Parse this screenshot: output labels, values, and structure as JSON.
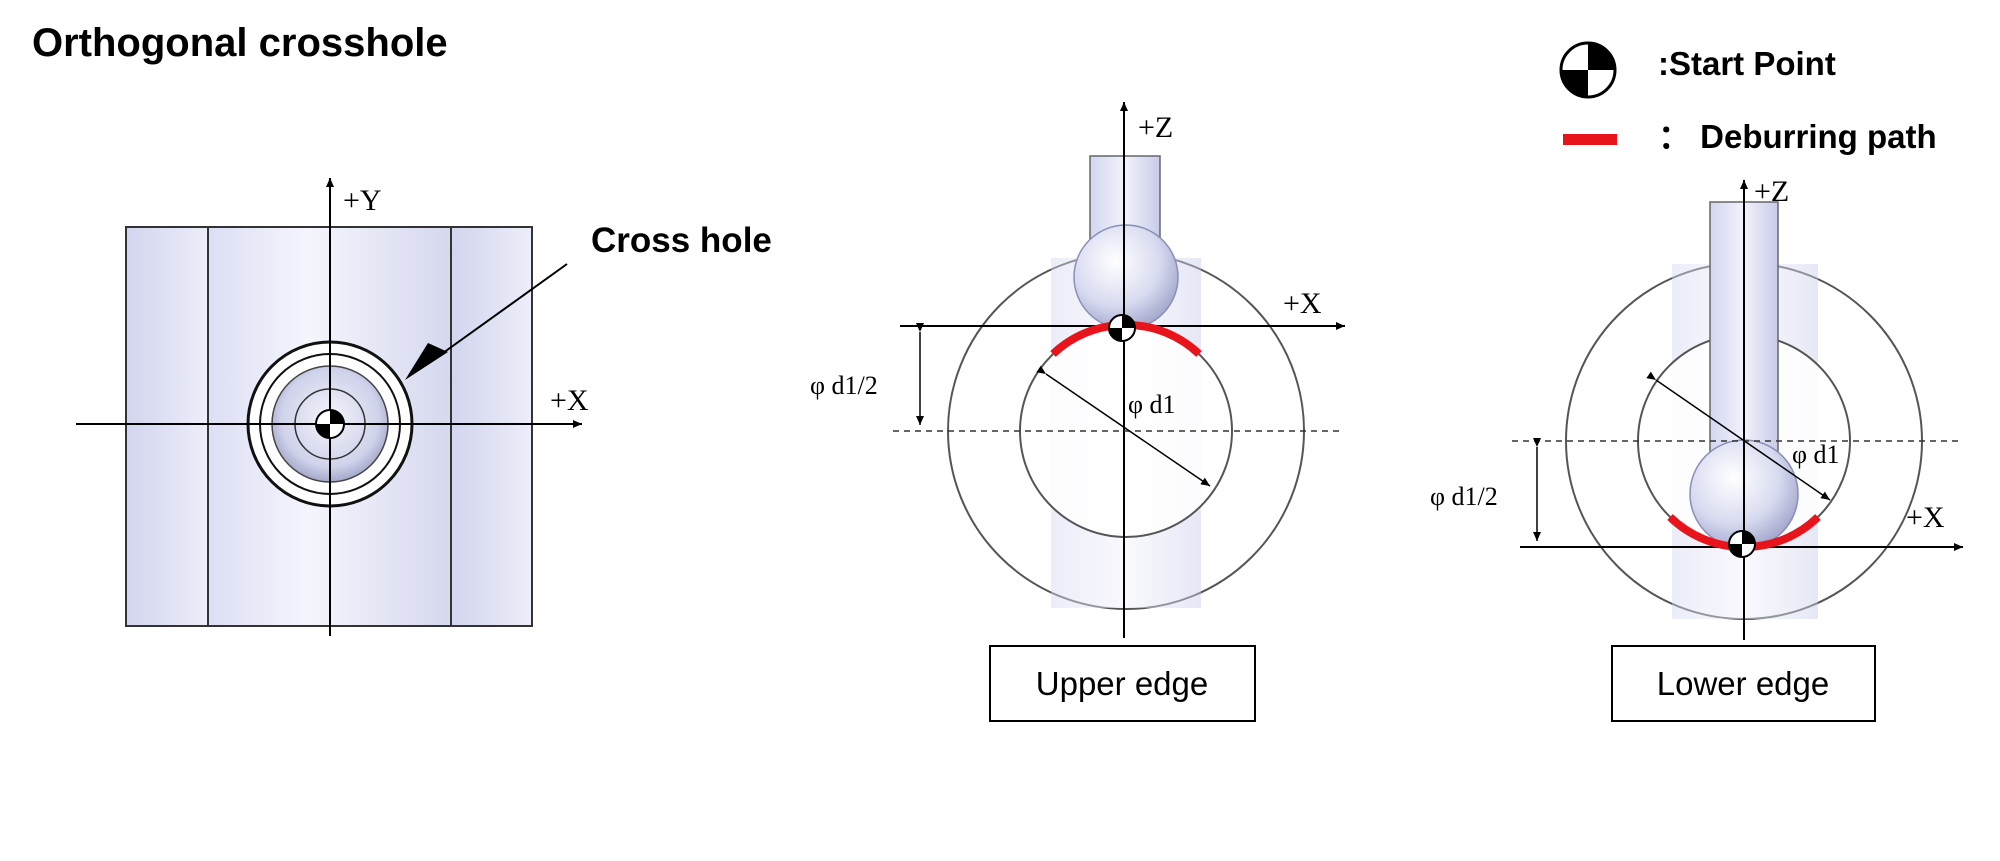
{
  "title": "Orthogonal crosshole",
  "legend": {
    "start_point": ":Start Point",
    "deburring_path": "： Deburring path",
    "path_color": "#e8141c"
  },
  "top_view": {
    "axis_y": "+Y",
    "axis_x": "+X",
    "callout": "Cross hole"
  },
  "upper_view": {
    "axis_z": "+Z",
    "axis_x": "+X",
    "dim_half": "φ d1/2",
    "dim_full": "φ d1",
    "caption": "Upper edge"
  },
  "lower_view": {
    "axis_z": "+Z",
    "axis_x": "+X",
    "dim_half": "φ d1/2",
    "dim_full": "φ d1",
    "caption": "Lower edge"
  }
}
